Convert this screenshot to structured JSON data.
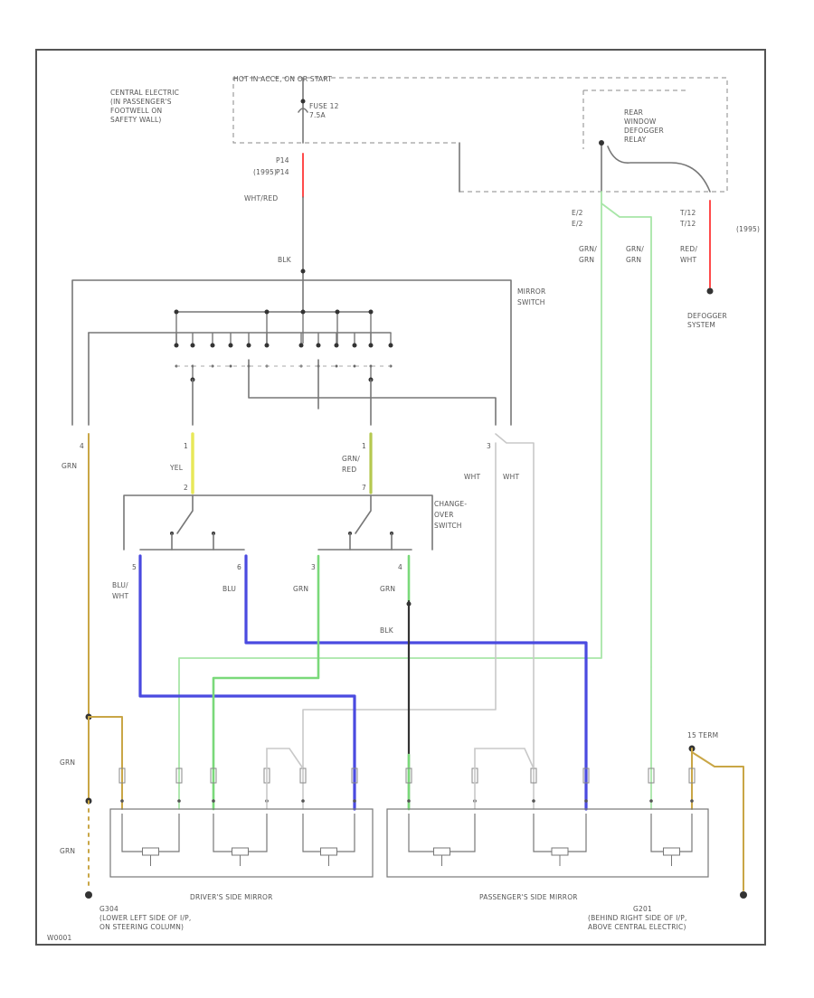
{
  "diagram": {
    "top_label": "HOT IN ACCE, ON OR START",
    "central_electric": [
      "CENTRAL ELECTRIC",
      "(IN PASSENGER'S",
      "FOOTWELL ON",
      "SAFETY WALL)"
    ],
    "fuse": [
      "FUSE 12",
      "7.5A"
    ],
    "defog_relay": [
      "REAR",
      "WINDOW",
      "DEFOGGER",
      "RELAY"
    ],
    "relay_pins": [
      "E/2",
      "E/2"
    ],
    "t12": [
      "T/12",
      "T/12"
    ],
    "p14": [
      "P14",
      "P14"
    ],
    "year_tag": "(1995)",
    "wht_red": "WHT/RED",
    "blk_top": "BLK",
    "grn_wht_1": [
      "GRN/",
      "GRN"
    ],
    "grn_wht_2": [
      "GRN/",
      "GRN"
    ],
    "red_wht": [
      "RED/",
      "WHT"
    ],
    "defogger_system": [
      "DEFOGGER",
      "SYSTEM"
    ],
    "mirror_switch": [
      "MIRROR",
      "SWITCH"
    ],
    "change_over": [
      "CHANGE-",
      "OVER",
      "SWITCH"
    ],
    "sw_pin_left": "4",
    "sw_pin_1": "1",
    "sw_pin_2": "1",
    "sw_pin_3": "3",
    "sw_pin_a": "2",
    "sw_pin_b": "7",
    "grn_left": "GRN",
    "yel": "YEL",
    "grn_red": [
      "GRN/",
      "RED"
    ],
    "wht_1": "WHT",
    "wht_2": "WHT",
    "low_pins": [
      "5",
      "6",
      "3",
      "4"
    ],
    "blu_wht": [
      "BLU/",
      "WHT"
    ],
    "blu": "BLU",
    "grn_a": "GRN",
    "grn_b": "GRN",
    "blk_mid": "BLK",
    "grn_side_1": "GRN",
    "grn_side_2": "GRN",
    "hs_term": "15 TERM",
    "drivers_mirror": "DRIVER'S SIDE MIRROR",
    "passengers_mirror": "PASSENGER'S SIDE MIRROR",
    "g_left": [
      "G304",
      "(LOWER LEFT SIDE OF I/P,",
      "ON STEERING COLUMN)"
    ],
    "g_right": [
      "G201",
      "(BEHIND RIGHT SIDE OF I/P,",
      "ABOVE CENTRAL ELECTRIC)"
    ],
    "footer_code": "W0001"
  }
}
